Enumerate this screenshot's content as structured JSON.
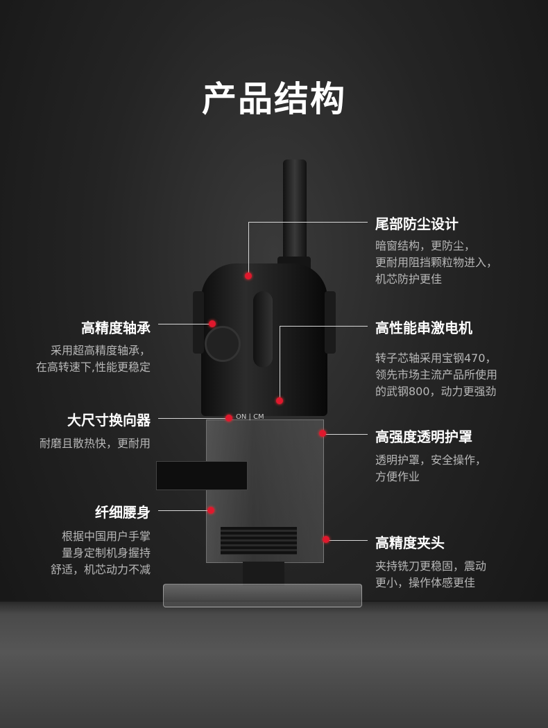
{
  "title": "产品结构",
  "features_right": [
    {
      "title": "尾部防尘设计",
      "desc": [
        "暗窗结构，更防尘，",
        "更耐用阻挡颗粒物进入，",
        "机芯防护更佳"
      ]
    },
    {
      "title": "高性能串激电机",
      "desc": [
        "转子芯轴采用宝钢470，",
        "领先市场主流产品所使用",
        "的武钢800，动力更强劲"
      ]
    },
    {
      "title": "高强度透明护罩",
      "desc": [
        "透明护罩，安全操作，",
        "方便作业"
      ]
    },
    {
      "title": "高精度夹头",
      "desc": [
        "夹持铣刀更稳固，震动",
        "更小，操作体感更佳"
      ]
    }
  ],
  "features_left": [
    {
      "title": "高精度轴承",
      "desc": [
        "采用超高精度轴承，",
        "在高转速下,性能更稳定"
      ]
    },
    {
      "title": "大尺寸换向器",
      "desc": [
        "耐磨且散热快，更耐用"
      ]
    },
    {
      "title": "纤细腰身",
      "desc": [
        "根据中国用户手掌",
        "量身定制机身握持",
        "舒适，机芯动力不减"
      ]
    }
  ],
  "product_marks": {
    "switch": "ON | CM"
  },
  "accent_color": "#e0182d"
}
